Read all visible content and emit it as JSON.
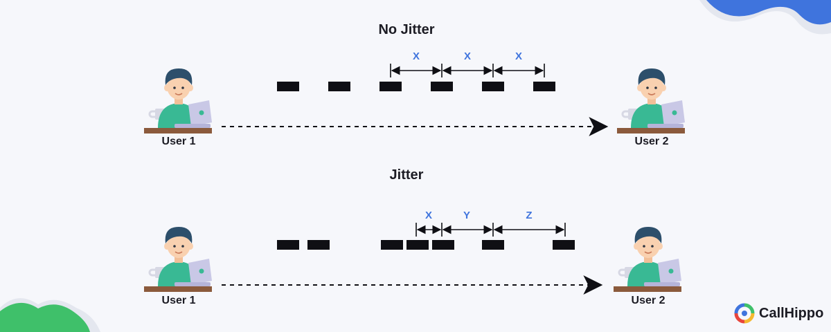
{
  "sections": [
    {
      "title": "No Jitter",
      "sender": "User 1",
      "receiver": "User 2",
      "intervals": [
        "X",
        "X",
        "X"
      ]
    },
    {
      "title": "Jitter",
      "sender": "User 1",
      "receiver": "User 2",
      "intervals": [
        "X",
        "Y",
        "Z"
      ]
    }
  ],
  "brand": {
    "name": "CallHippo"
  },
  "colors": {
    "packet": "#0f0f14",
    "accent_blue": "#3f74dd",
    "accent_green": "#3fc06a",
    "hair": "#2d4f6b",
    "skin": "#f9d1b0",
    "shirt": "#39b994",
    "desk": "#8b5a3c",
    "laptop": "#c9c8e6"
  }
}
